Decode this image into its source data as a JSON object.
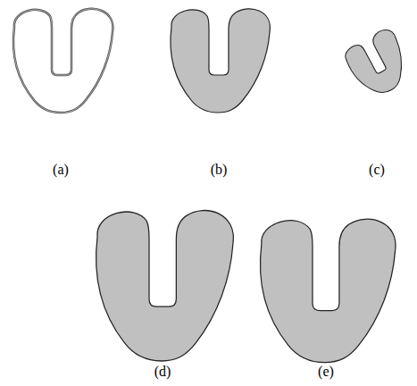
{
  "diagram": {
    "labels": [
      "(a)",
      "(b)",
      "(c)",
      "(d)",
      "(e)"
    ]
  }
}
